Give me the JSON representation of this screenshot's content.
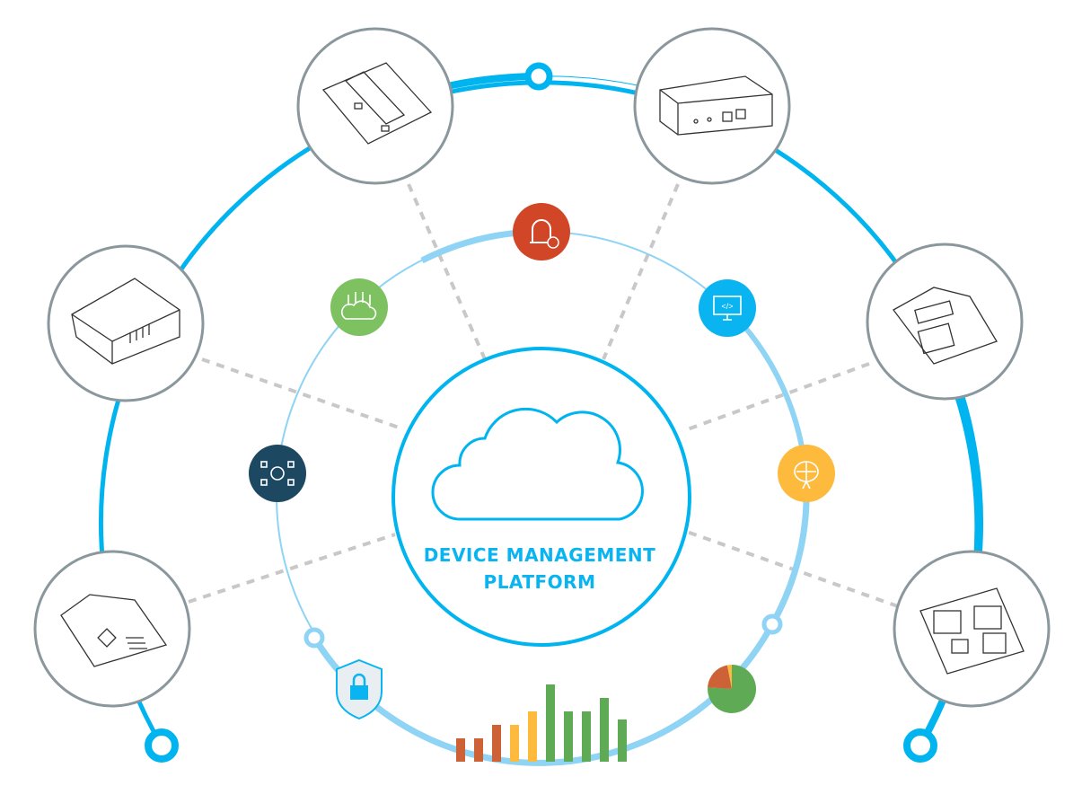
{
  "center": {
    "title_line1": "DEVICE MANAGEMENT",
    "title_line2": "PLATFORM",
    "icon": "cloud-icon"
  },
  "devices": [
    {
      "name": "circuit-board"
    },
    {
      "name": "gateway-box"
    },
    {
      "name": "enclosure-module"
    },
    {
      "name": "sim-card"
    },
    {
      "name": "sd-card"
    },
    {
      "name": "chip-module"
    }
  ],
  "features": [
    {
      "name": "alarm-bell",
      "color": "#d04627"
    },
    {
      "name": "cloud-connectivity",
      "color": "#7dc160"
    },
    {
      "name": "remote-code-monitor",
      "color": "#0ab4f0"
    },
    {
      "name": "network-config",
      "color": "#1c4862"
    },
    {
      "name": "ai-brain",
      "color": "#fdba3c"
    },
    {
      "name": "security-shield",
      "color": "#e8e8e8"
    }
  ],
  "colors": {
    "ring": "#00b4f0",
    "inner_ring": "#8fd3f5",
    "dash": "#c8c8c8",
    "device_border": "#8a979c"
  },
  "chart_data": [
    {
      "type": "bar",
      "values": [
        1,
        1,
        2,
        2,
        3,
        5,
        3,
        3,
        4,
        2.4
      ],
      "colors": [
        "#cc6235",
        "#cc6235",
        "#cc6235",
        "#fdba3c",
        "#fdba3c",
        "#5fab55",
        "#5fab55",
        "#5fab55",
        "#5fab55",
        "#5fab55"
      ]
    },
    {
      "type": "pie",
      "values": [
        76,
        21,
        3
      ],
      "colors": [
        "#5fab55",
        "#cc6235",
        "#fdba3c"
      ]
    }
  ]
}
